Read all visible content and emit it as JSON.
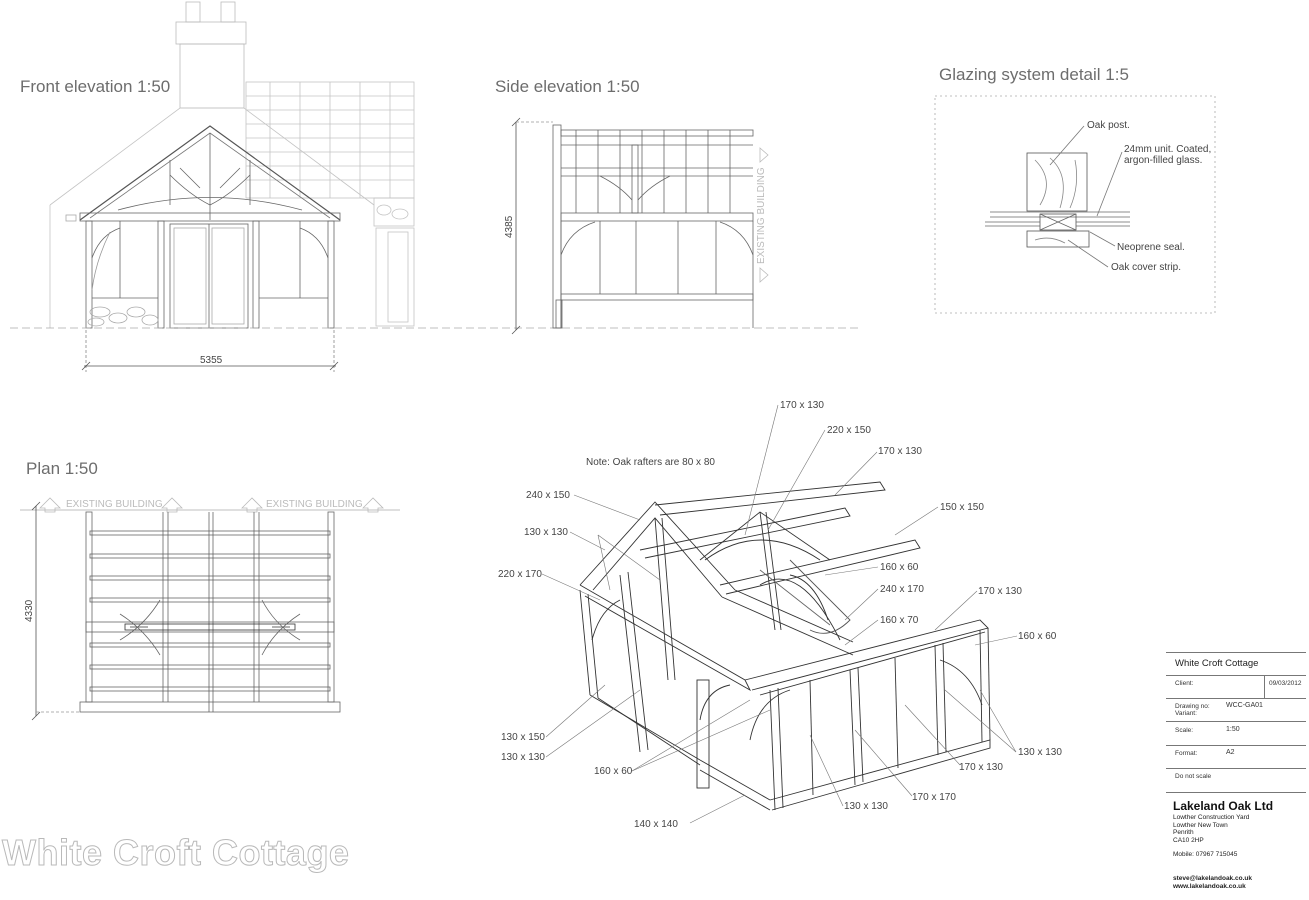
{
  "views": {
    "front": {
      "title": "Front elevation 1:50",
      "width_dim": "5355"
    },
    "side": {
      "title": "Side elevation 1:50",
      "height_dim": "4385",
      "existing": "EXISTING BUILDING"
    },
    "glazing": {
      "title": "Glazing system detail 1:5",
      "labels": [
        "Oak post.",
        "24mm unit. Coated,",
        "argon-filled glass.",
        "Neoprene seal.",
        "Oak cover strip."
      ]
    },
    "plan": {
      "title": "Plan 1:50",
      "depth_dim": "4330",
      "existing_left": "EXISTING BUILDING",
      "existing_right": "EXISTING BUILDING"
    },
    "iso": {
      "note": "Note: Oak rafters are 80 x 80",
      "labels": [
        "170 x 130",
        "220 x 150",
        "170 x 130",
        "240 x 150",
        "150 x 150",
        "130 x 130",
        "220 x 170",
        "160 x 60",
        "240 x 170",
        "160 x 70",
        "170 x 130",
        "160 x 60",
        "130 x 150",
        "130 x 130",
        "130 x 130",
        "160 x 60",
        "170 x 130",
        "170 x 170",
        "130 x 130",
        "140 x 140"
      ]
    }
  },
  "title_block": {
    "project": "White Croft Cottage",
    "client_label": "Client:",
    "date": "09/03/2012",
    "drawing_label": "Drawing no:",
    "variant_label": "Variant:",
    "drawing_no": "WCC-GA01",
    "scale_label": "Scale:",
    "scale": "1:50",
    "format_label": "Format:",
    "format": "A2",
    "note": "Do not scale",
    "company": "Lakeland Oak Ltd",
    "address": [
      "Lowther Construction Yard",
      "Lowther New Town",
      "Penrith",
      "CA10 2HP"
    ],
    "mobile": "Mobile: 07967 715045",
    "email": "steve@lakelandoak.co.uk",
    "web": "www.lakelandoak.co.uk"
  },
  "watermark": "White Croft Cottage"
}
